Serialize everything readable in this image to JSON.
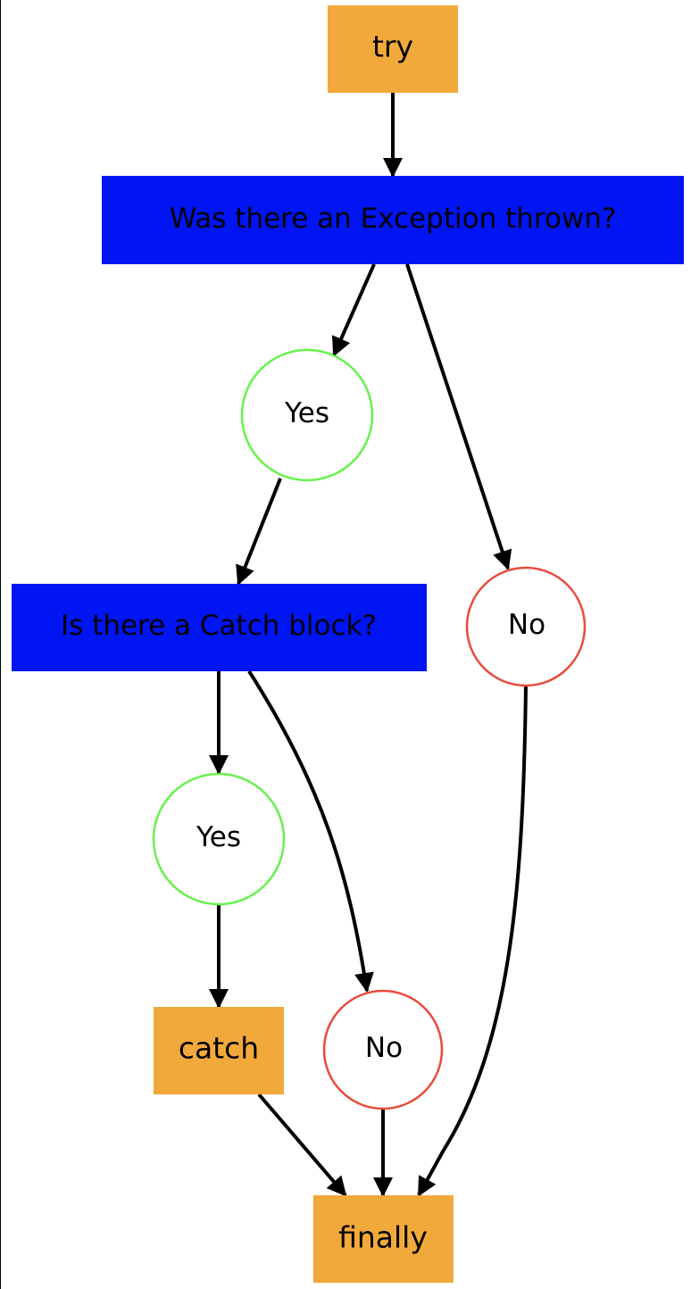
{
  "colors": {
    "process": "#F2A93B",
    "decision": "#0015F2",
    "yes_outline": "#66F24C",
    "no_outline": "#E84B3C",
    "edge": "#000000",
    "text": "#000000"
  },
  "nodes": {
    "try": "try",
    "exception_question": "Was there an Exception thrown?",
    "exception_yes": "Yes",
    "exception_no": "No",
    "catch_question": "Is there a Catch block?",
    "catch_yes": "Yes",
    "catch_no": "No",
    "catch": "catch",
    "finally": "finally"
  },
  "edges": [
    {
      "from": "try",
      "to": "exception_question"
    },
    {
      "from": "exception_question",
      "to": "exception_yes"
    },
    {
      "from": "exception_question",
      "to": "exception_no"
    },
    {
      "from": "exception_yes",
      "to": "catch_question"
    },
    {
      "from": "catch_question",
      "to": "catch_yes"
    },
    {
      "from": "catch_question",
      "to": "catch_no"
    },
    {
      "from": "catch_yes",
      "to": "catch"
    },
    {
      "from": "catch",
      "to": "finally"
    },
    {
      "from": "catch_no",
      "to": "finally"
    },
    {
      "from": "exception_no",
      "to": "finally"
    }
  ]
}
